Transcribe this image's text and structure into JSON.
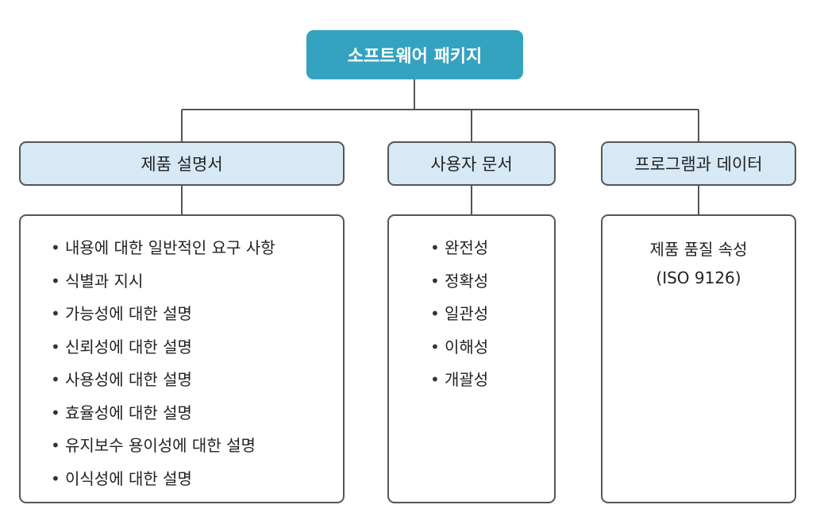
{
  "root": {
    "label": "소프트웨어 패키지"
  },
  "columns": [
    {
      "header": "제품 설명서",
      "items": [
        "내용에 대한 일반적인 요구 사항",
        "식별과 지시",
        "가능성에 대한 설명",
        "신뢰성에 대한 설명",
        "사용성에 대한 설명",
        "효율성에 대한 설명",
        "유지보수 용이성에 대한 설명",
        "이식성에 대한 설명"
      ]
    },
    {
      "header": "사용자 문서",
      "items": [
        "완전성",
        "정확성",
        "일관성",
        "이해성",
        "개괄성"
      ]
    },
    {
      "header": "프로그램과 데이터",
      "lines": [
        "제품 품질 속성",
        "(ISO 9126)"
      ]
    }
  ],
  "colors": {
    "root_fill": "#33a3c0",
    "header_fill": "#d6e9f4",
    "border": "#555555"
  }
}
